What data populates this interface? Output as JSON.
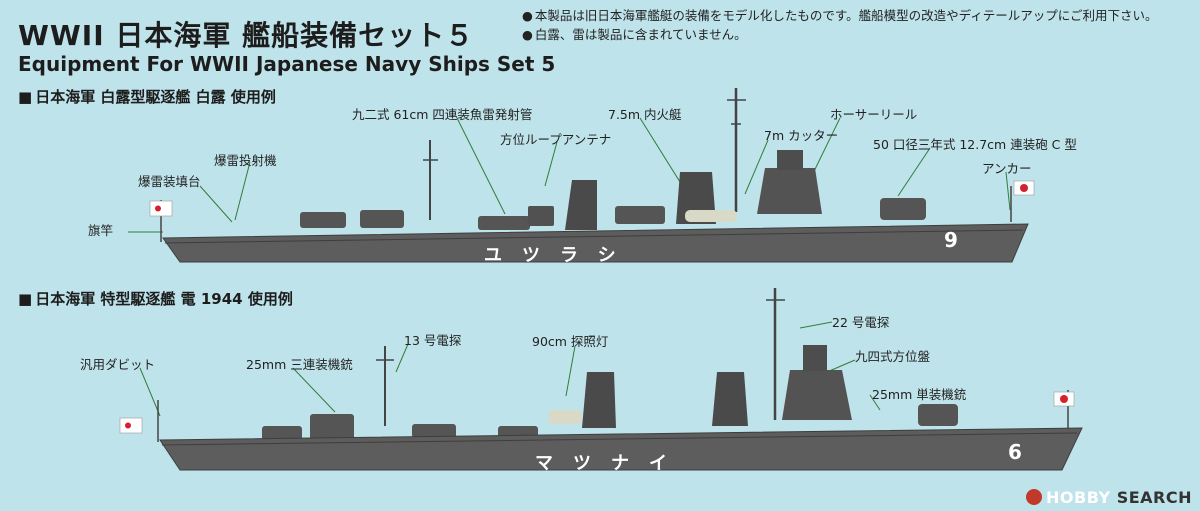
{
  "header": {
    "title_jp": "WWII 日本海軍 艦船装備セット５",
    "title_en": "Equipment For WWII Japanese Navy Ships Set 5"
  },
  "notes": [
    "本製品は旧日本海軍艦艇の装備をモデル化したものです。艦船模型の改造やディテールアップにご利用下さい。",
    "白露、雷は製品に含まれていません。"
  ],
  "ship1": {
    "section_title": "日本海軍 白露型駆逐艦 白露 使用例",
    "hull_name": "ユツラシ",
    "hull_number": "9",
    "labels": {
      "torpedo": "九二式 61cm 四連装魚雷発射管",
      "launch": "7.5m 内火艇",
      "loop_antenna": "方位ループアンテナ",
      "hose_reel": "ホーサーリール",
      "cutter": "7m カッター",
      "gun": "50 口径三年式 12.7cm 連装砲 C 型",
      "depth_charge_launcher": "爆雷投射機",
      "depth_charge_rack": "爆雷装填台",
      "anchor": "アンカー",
      "flagstaff": "旗竿"
    }
  },
  "ship2": {
    "section_title": "日本海軍 特型駆逐艦 電 1944 使用例",
    "hull_name": "マツナイ",
    "hull_number": "6",
    "labels": {
      "radar22": "22 号電探",
      "radar13": "13 号電探",
      "searchlight": "90cm 探照灯",
      "director": "九四式方位盤",
      "aa_triple": "25mm 三連装機銃",
      "davit": "汎用ダビット",
      "aa_single": "25mm 単装機銃"
    }
  },
  "watermark": {
    "brand_a": "HOBBY",
    "brand_b": "SEARCH"
  },
  "colors": {
    "background": "#bfe3ea",
    "hull": "#5d5d5d",
    "hull_dark": "#3e3e3e",
    "leader": "#2f7d3a",
    "flag_red": "#d4212b"
  }
}
